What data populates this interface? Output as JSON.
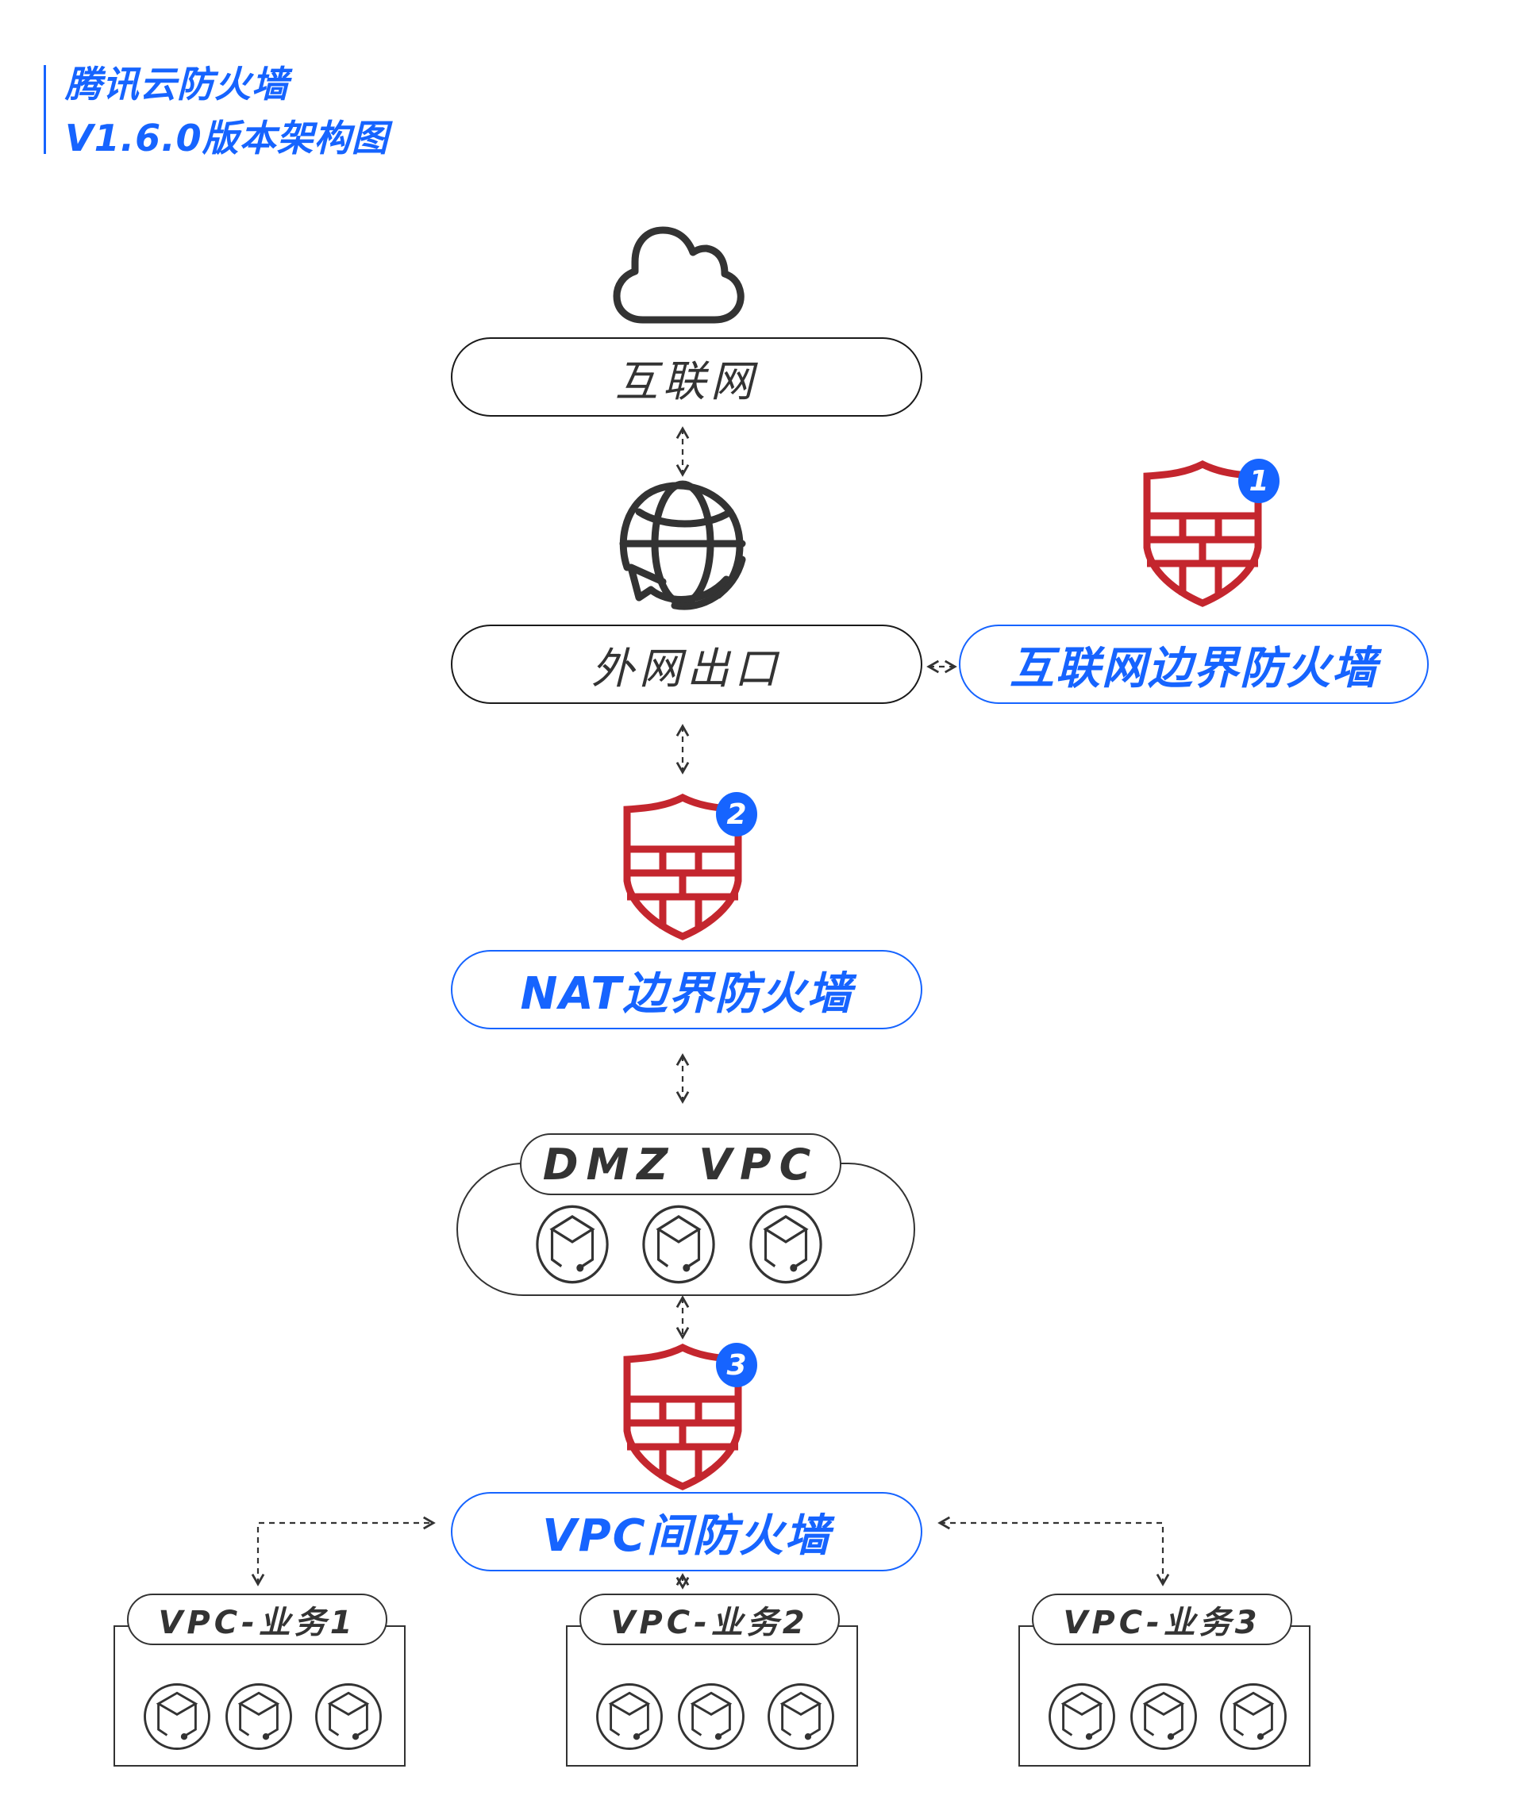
{
  "header": {
    "title_line1": "腾讯云防火墙",
    "title_line2": "V1.6.0版本架构图"
  },
  "colors": {
    "accent_blue": "#1664ff",
    "shield_red": "#c4262e",
    "line_dark": "#333333"
  },
  "nodes": {
    "internet": {
      "label": "互联网",
      "icon": "cloud-icon"
    },
    "egress": {
      "label": "外网出口",
      "icon": "globe-refresh-icon"
    },
    "internet_fw": {
      "label": "互联网边界防火墙",
      "icon": "firewall-shield-icon",
      "badge": "1"
    },
    "nat_fw": {
      "label": "NAT边界防火墙",
      "icon": "firewall-shield-icon",
      "badge": "2"
    },
    "dmz": {
      "label": "DMZ VPC",
      "servers": [
        "cube-server-icon",
        "cube-server-icon",
        "cube-server-icon"
      ]
    },
    "vpc_fw": {
      "label": "VPC间防火墙",
      "icon": "firewall-shield-icon",
      "badge": "3"
    }
  },
  "vpcs": [
    {
      "label": "VPC-业务1",
      "servers": 3
    },
    {
      "label": "VPC-业务2",
      "servers": 3
    },
    {
      "label": "VPC-业务3",
      "servers": 3
    }
  ],
  "connections": [
    {
      "from": "互联网",
      "to": "外网出口",
      "style": "dashed-bidirectional"
    },
    {
      "from": "外网出口",
      "to": "互联网边界防火墙",
      "style": "dashed-bidirectional"
    },
    {
      "from": "外网出口",
      "to": "NAT边界防火墙",
      "style": "dashed-bidirectional"
    },
    {
      "from": "NAT边界防火墙",
      "to": "DMZ VPC",
      "style": "dashed-bidirectional"
    },
    {
      "from": "DMZ VPC",
      "to": "VPC间防火墙",
      "style": "dashed-bidirectional"
    },
    {
      "from": "VPC间防火墙",
      "to": "VPC-业务1",
      "style": "dashed-bidirectional"
    },
    {
      "from": "VPC间防火墙",
      "to": "VPC-业务2",
      "style": "dashed-bidirectional"
    },
    {
      "from": "VPC间防火墙",
      "to": "VPC-业务3",
      "style": "dashed-bidirectional"
    }
  ]
}
